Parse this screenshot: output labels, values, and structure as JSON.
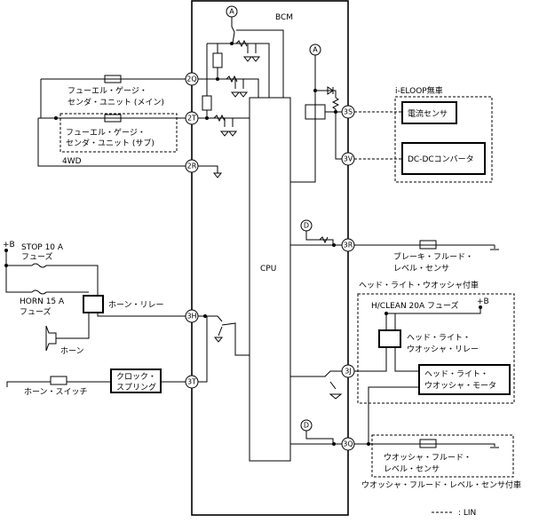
{
  "title": "BCM",
  "cpu_label": "CPU",
  "connectors": {
    "c2Q": "2Q",
    "c2T": "2T",
    "c2R": "2R",
    "c3S": "3S",
    "c3V": "3V",
    "c3R": "3R",
    "c3H": "3H",
    "c3J": "3J",
    "c3T": "3T",
    "c3Q": "3Q"
  },
  "refs": {
    "A": "A",
    "D": "D"
  },
  "fuel": {
    "main_l1": "フューエル・ゲージ・",
    "main_l2": "センダ・ユニット (メイン)",
    "sub_l1": "フューエル・ゲージ・",
    "sub_l2": "センダ・ユニット (サブ)",
    "fourwd": "4WD"
  },
  "ieloop": {
    "title": "i-ELOOP無車",
    "sensor": "電流センサ",
    "dcdc": "DC-DCコンバータ"
  },
  "brake": {
    "l1": "ブレーキ・フルード・",
    "l2": "レベル・センサ"
  },
  "headlight_washer": {
    "title": "ヘッド・ライト・ウオッシャ付車",
    "fuse": "H/CLEAN 20A フューズ",
    "plus_b": "+B",
    "relay_l1": "ヘッド・ライト・",
    "relay_l2": "ウオッシャ・リレー",
    "motor_l1": "ヘッド・ライト・",
    "motor_l2": "ウオッシャ・モータ"
  },
  "washer_level": {
    "l1": "ウオッシャ・フルード・",
    "l2": "レベル・センサ",
    "title": "ウオッシャ・フルード・レベル・センサ付車"
  },
  "horn": {
    "plus_b": "+B",
    "stop_fuse_l1": "STOP 10 A",
    "stop_fuse_l2": "フューズ",
    "horn_fuse_l1": "HORN 15 A",
    "horn_fuse_l2": "フューズ",
    "relay": "ホーン・リレー",
    "horn": "ホーン",
    "switch": "ホーン・スイッチ",
    "clock_l1": "クロック・",
    "clock_l2": "スプリング"
  },
  "legend": {
    "lin": ": LIN"
  }
}
